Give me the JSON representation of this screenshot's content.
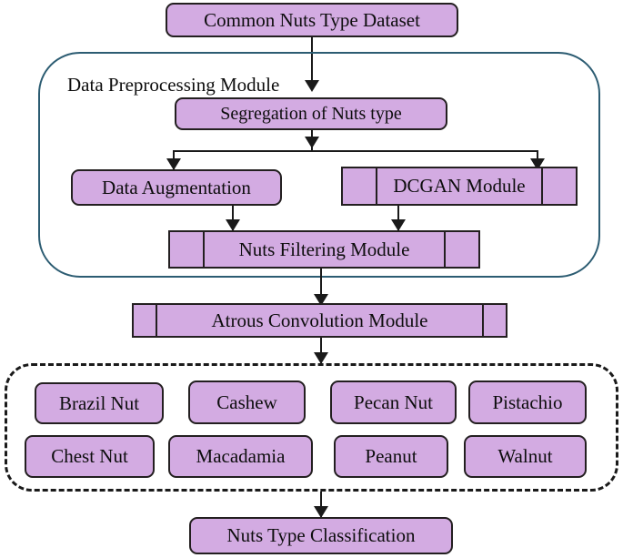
{
  "diagram": {
    "title": "Common Nuts Type Dataset Classification Pipeline",
    "colors": {
      "node_fill": "#d3abe2",
      "node_border": "#231f20",
      "preprocessing_border": "#2c5c72",
      "output_group_border": "#1a1a1a",
      "connector": "#1a1a1a",
      "background": "#ffffff"
    },
    "nodes": {
      "dataset": "Common Nuts Type Dataset",
      "segregation": "Segregation of Nuts type",
      "data_augmentation": "Data Augmentation",
      "dcgan": "DCGAN Module",
      "nuts_filtering": "Nuts Filtering Module",
      "atrous": "Atrous Convolution Module",
      "classification": "Nuts Type Classification"
    },
    "groups": {
      "preprocessing_label": "Data Preprocessing Module"
    },
    "nut_classes": {
      "row1": [
        "Brazil Nut",
        "Cashew",
        "Pecan Nut",
        "Pistachio"
      ],
      "row2": [
        "Chest Nut",
        "Macadamia",
        "Peanut",
        "Walnut"
      ]
    },
    "flow": [
      "Common Nuts Type Dataset -> Segregation of Nuts type",
      "Segregation of Nuts type -> Data Augmentation",
      "Segregation of Nuts type -> DCGAN Module",
      "Data Augmentation -> Nuts Filtering Module",
      "DCGAN Module -> Nuts Filtering Module",
      "Nuts Filtering Module -> Atrous Convolution Module",
      "Atrous Convolution Module -> Nut Classes",
      "Nut Classes -> Nuts Type Classification"
    ]
  }
}
